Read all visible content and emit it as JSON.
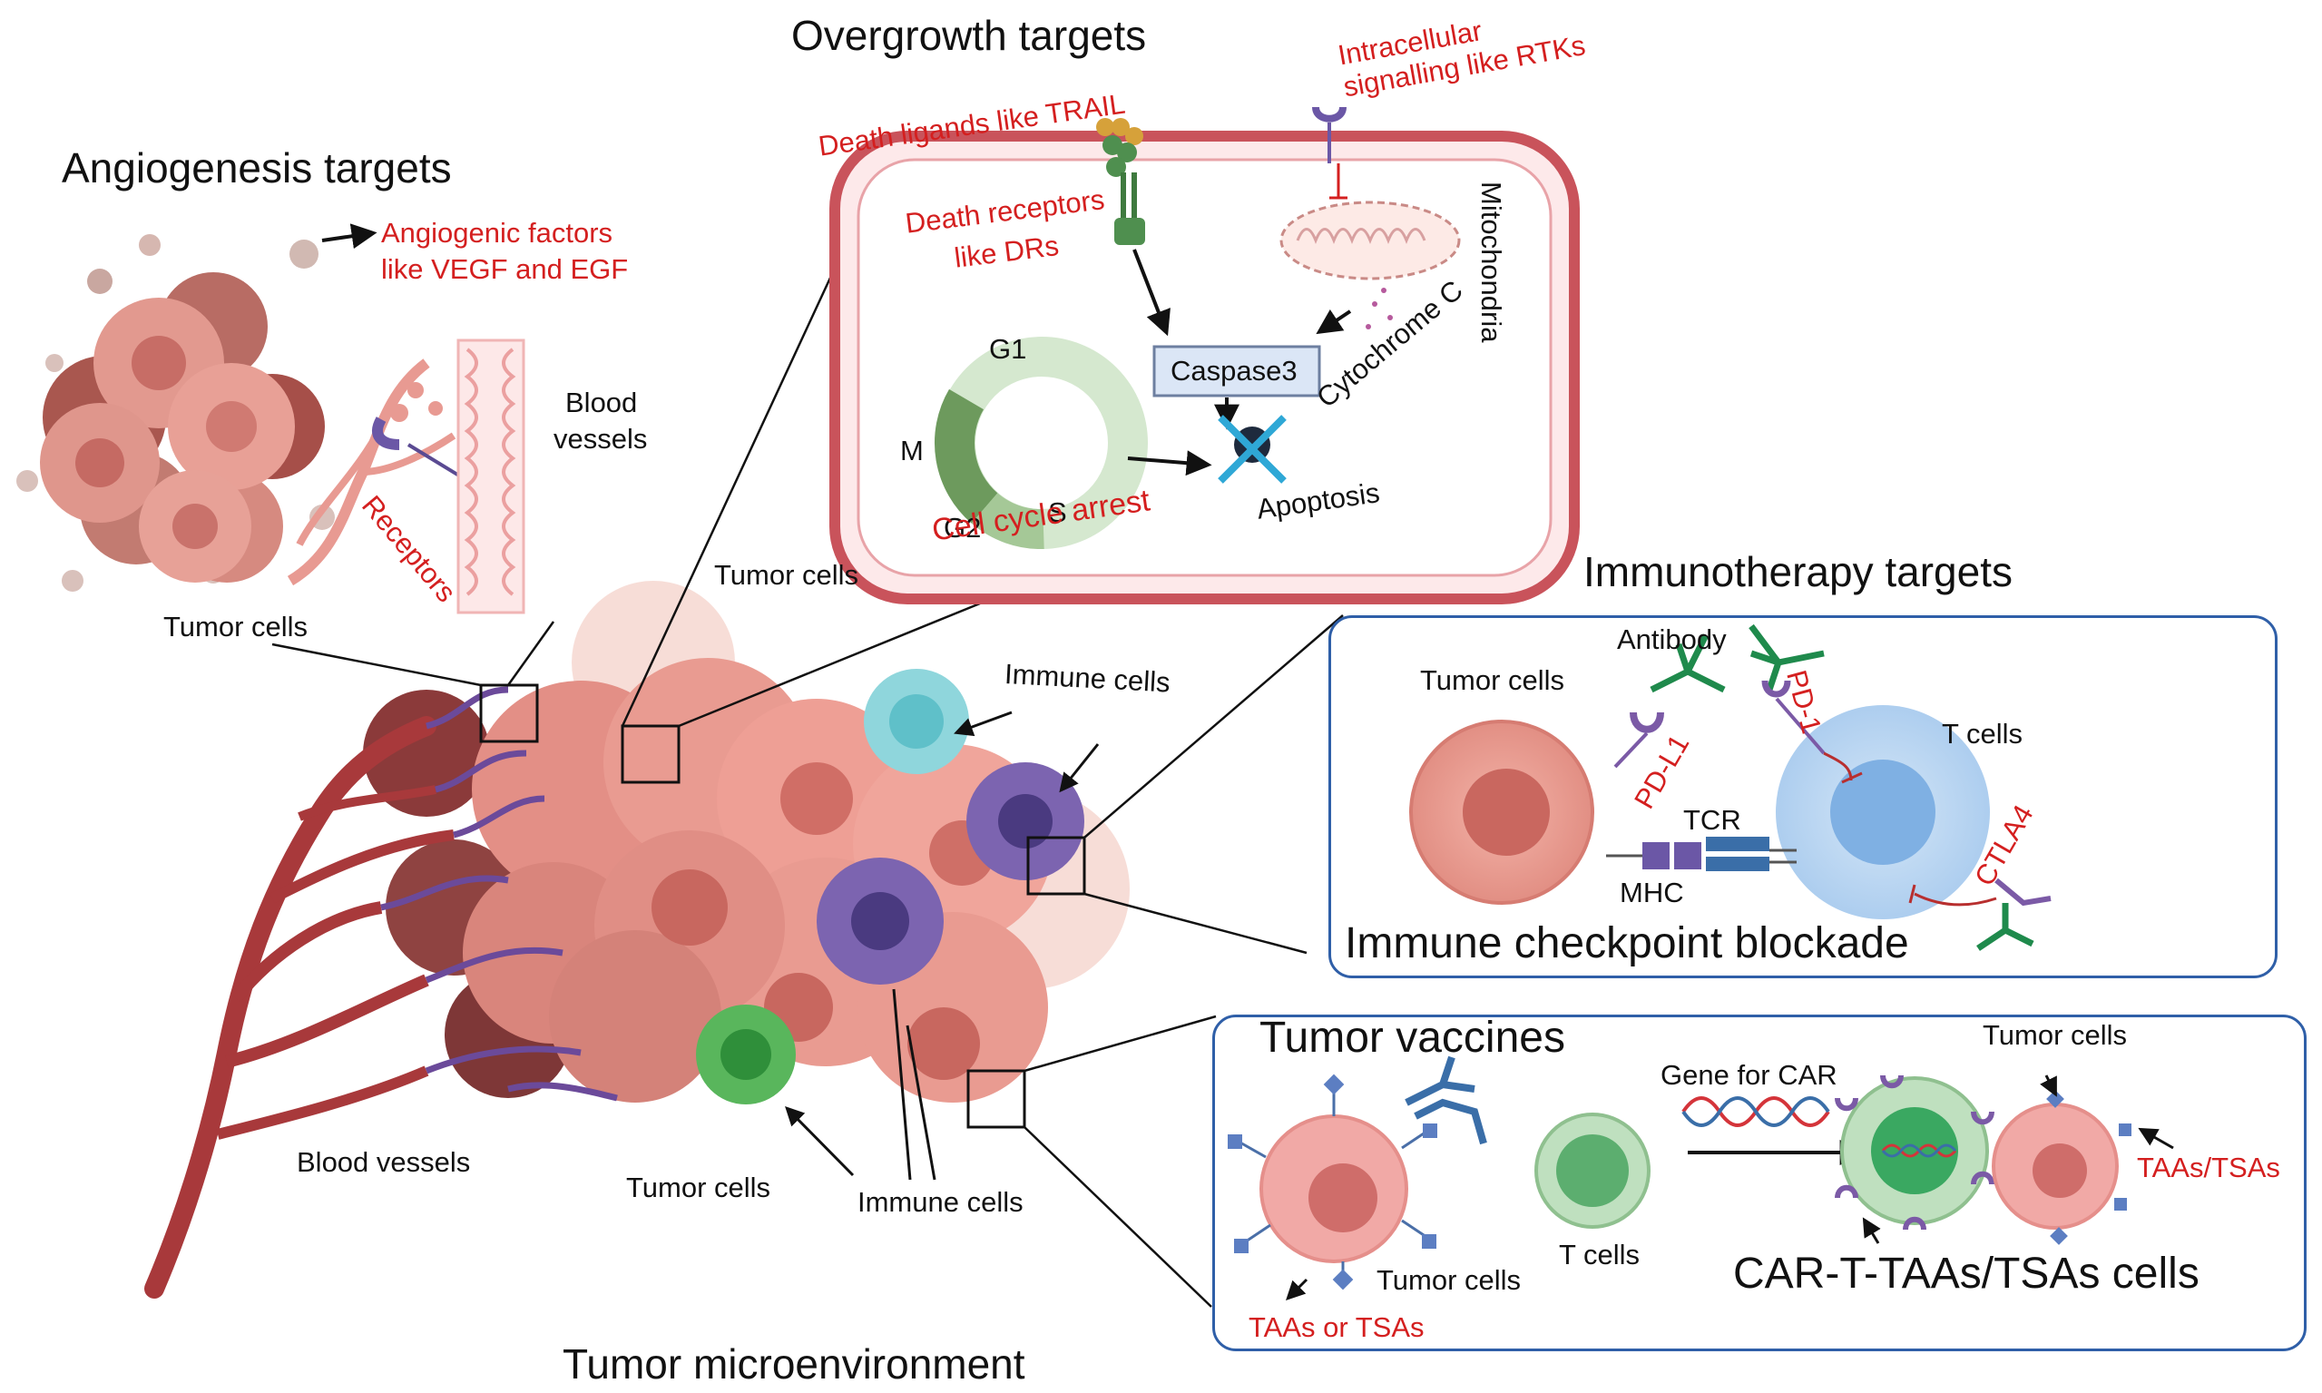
{
  "titles": {
    "overgrowth": "Overgrowth targets",
    "angiogenesis": "Angiogenesis targets",
    "immunotherapy": "Immunotherapy targets",
    "microenvironment": "Tumor microenvironment"
  },
  "angiogenesis": {
    "factors_line1": "Angiogenic factors",
    "factors_line2": "like VEGF and EGF",
    "blood_vessels_line1": "Blood",
    "blood_vessels_line2": "vessels",
    "receptors": "Receptors",
    "tumor_cells": "Tumor cells"
  },
  "overgrowth": {
    "death_ligands": "Death ligands like TRAIL",
    "intracellular_line1": "Intracellular",
    "intracellular_line2": "signalling like RTKs",
    "death_receptors_line1": "Death receptors",
    "death_receptors_line2": "like DRs",
    "mitochondria": "Mitochondria",
    "cytochrome": "Cytochrome C",
    "caspase": "Caspase3",
    "g1": "G1",
    "m": "M",
    "g2": "G2",
    "s": "S",
    "cell_cycle_arrest": "Cell cycle arrest",
    "apoptosis": "Apoptosis"
  },
  "microenvironment": {
    "tumor_cells_top": "Tumor cells",
    "immune_cells_top": "Immune cells",
    "blood_vessels": "Blood vessels",
    "tumor_cells_bottom": "Tumor cells",
    "immune_cells_bottom": "Immune cells"
  },
  "checkpoint": {
    "tumor_cells": "Tumor cells",
    "antibody": "Antibody",
    "pd1": "PD-1",
    "pdl1": "PD-L1",
    "t_cells": "T cells",
    "tcr": "TCR",
    "mhc": "MHC",
    "ctla4": "CTLA4",
    "title": "Immune checkpoint blockade"
  },
  "vaccines": {
    "title": "Tumor vaccines",
    "gene_for_car": "Gene for CAR",
    "tumor_cells_top": "Tumor cells",
    "taas_tsas": "TAAs/TSAs",
    "tumor_cells_bottom": "Tumor cells",
    "t_cells": "T cells",
    "car_t": "CAR-T-TAAs/TSAs cells",
    "taas_or_tsas": "TAAs or TSAs"
  },
  "colors": {
    "label_red": "#d41f1f",
    "panel_blue": "#2f5fa8",
    "cell_outline_red": "#c9535b",
    "tumor_pink": "#e8958b",
    "vessel_red": "#a8393b",
    "immune_purple": "#6b57a6"
  }
}
